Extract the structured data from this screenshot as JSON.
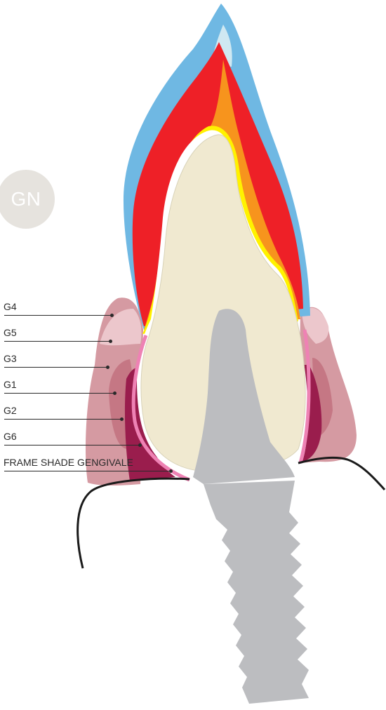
{
  "badge": {
    "text": "GN",
    "color": "#e6e3de"
  },
  "labels": [
    {
      "id": "G4",
      "text": "G4"
    },
    {
      "id": "G5",
      "text": "G5"
    },
    {
      "id": "G3",
      "text": "G3"
    },
    {
      "id": "G1",
      "text": "G1"
    },
    {
      "id": "G2",
      "text": "G2"
    },
    {
      "id": "G6",
      "text": "G6"
    },
    {
      "id": "FRAME",
      "text": "FRAME SHADE GENGIVALE"
    }
  ],
  "colors": {
    "enamel_outer": "#6fb8e3",
    "enamel_tip": "#cfe8f2",
    "dentin": "#ee2027",
    "orange_layer": "#f7941d",
    "yellow_layer": "#fff200",
    "frame": "#f0e9d0",
    "gum_light": "#e8c0c6",
    "gum_mid": "#d08d96",
    "gum_dark": "#b35b70",
    "gum_deep": "#9a1d4d",
    "pink_line": "#ee82b4",
    "implant": "#bcbdc0"
  }
}
